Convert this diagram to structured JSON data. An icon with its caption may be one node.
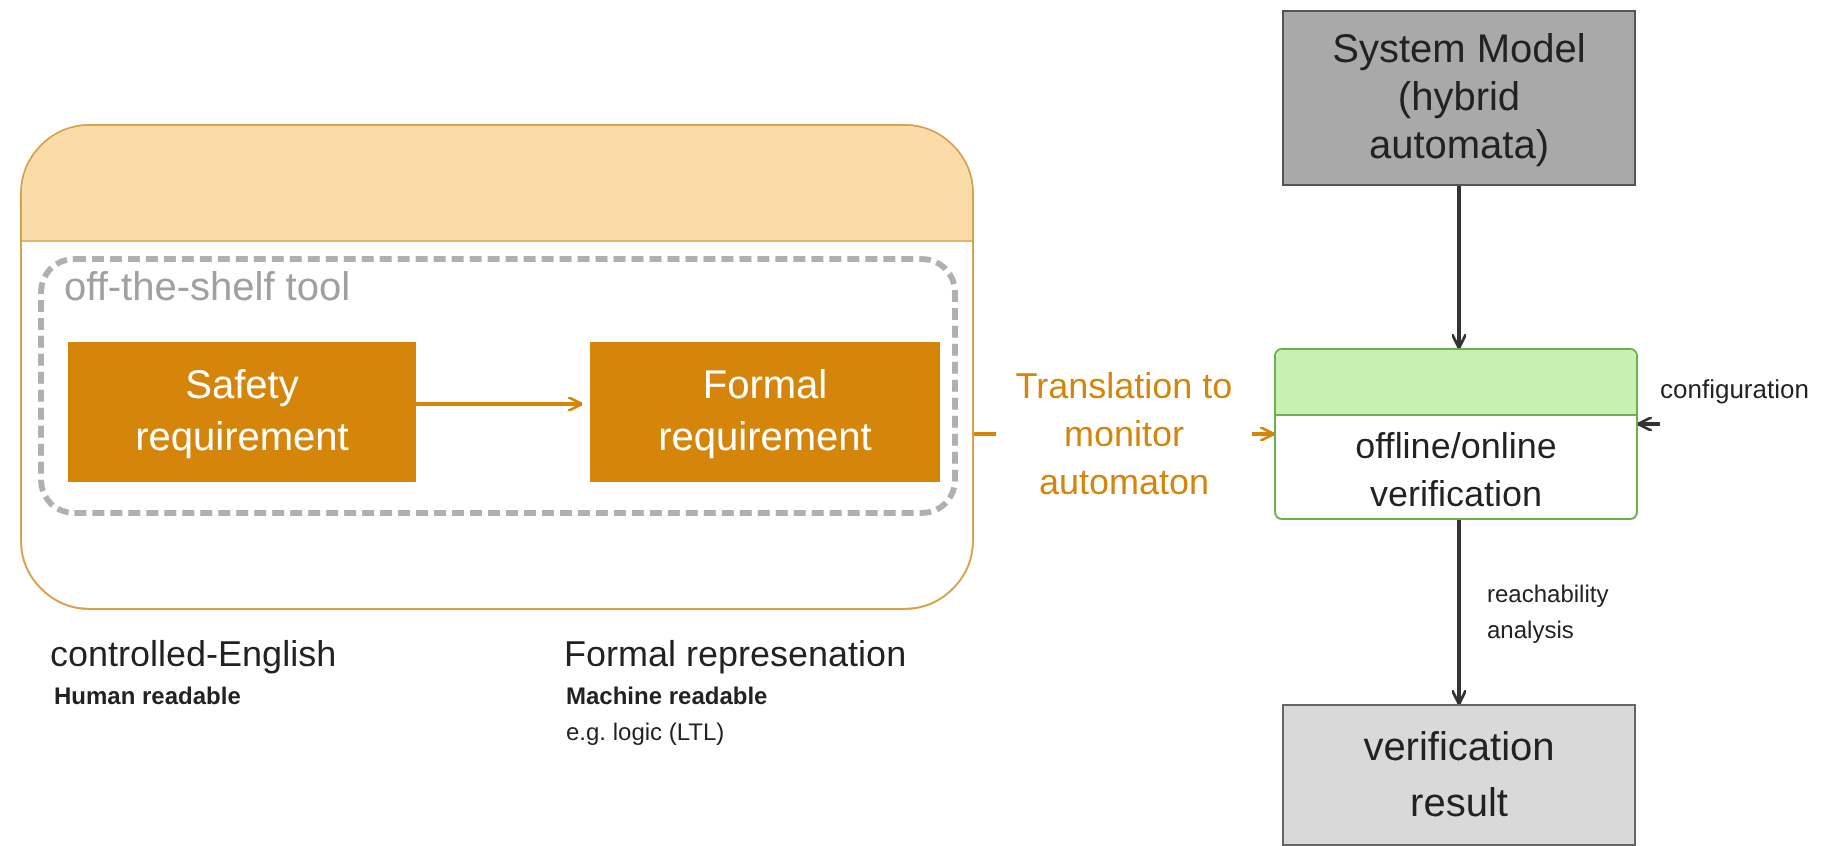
{
  "diagram": {
    "nodes": [
      {
        "text": [],
        "shape": "box"
      },
      {
        "text": [
          "off-the-shelf tool"
        ],
        "in": 0
      },
      {
        "text": [
          "Safety requirement"
        ],
        "in": 1
      },
      {
        "text": [
          "Formal requirement"
        ],
        "in": 1
      },
      {
        "text": [
          "System Model (hybrid automata)"
        ]
      },
      {
        "text": [
          "offline/online verification"
        ]
      },
      {
        "text": [
          "verification result"
        ]
      },
      {
        "text": [
          "configuration"
        ]
      }
    ],
    "edges": [
      {
        "from": 2,
        "to": 3,
        "arrow": "to",
        "color": "#d4850a"
      },
      {
        "from": 0,
        "to": 5,
        "arrow": "to",
        "label": "Translation to monitor automaton",
        "color": "#d4850a"
      },
      {
        "from": 4,
        "to": 5,
        "arrow": "to"
      },
      {
        "from": 7,
        "to": 5,
        "arrow": "to"
      },
      {
        "from": 5,
        "to": 6,
        "arrow": "to",
        "label": "reachability analysis"
      }
    ],
    "labels": [
      "controlled-English",
      "Human readable",
      "Formal represenation",
      "Machine readable",
      "e.g. logic (LTL)"
    ]
  }
}
